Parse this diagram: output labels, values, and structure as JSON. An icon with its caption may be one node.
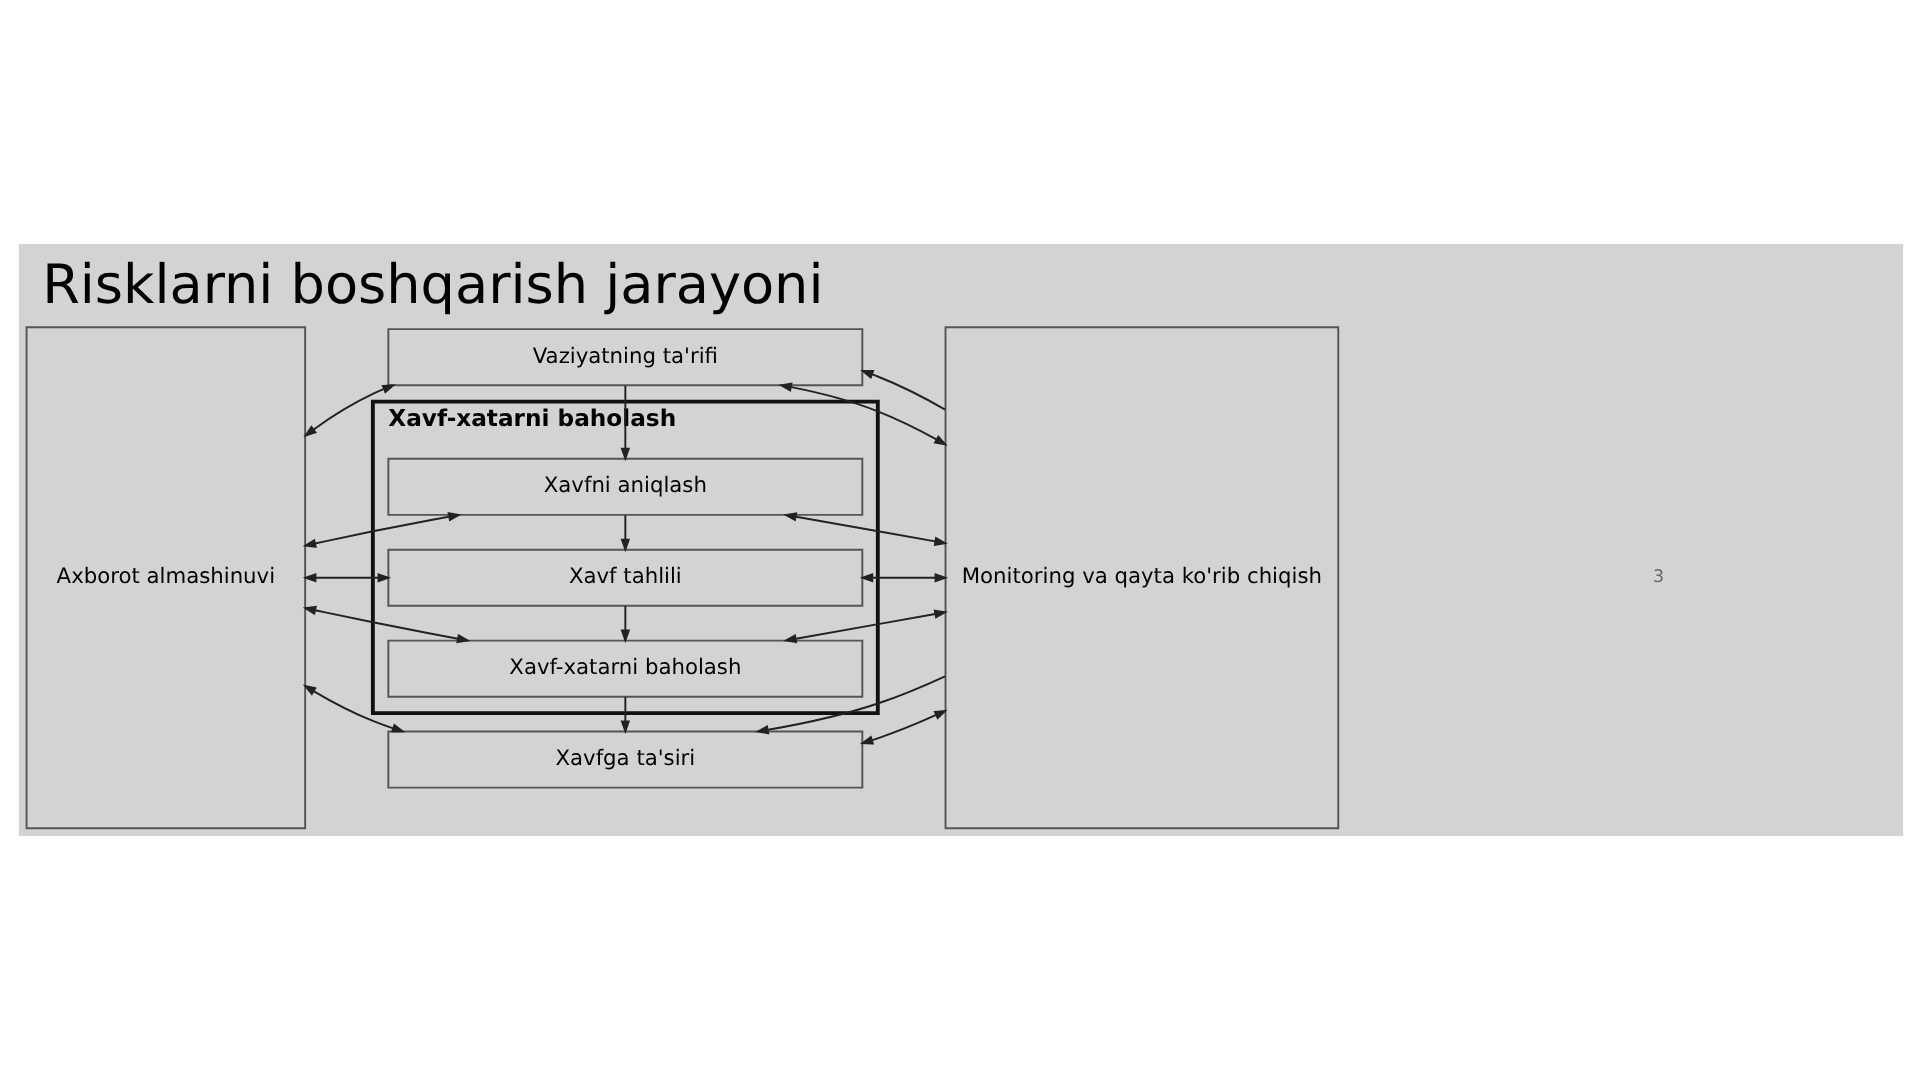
{
  "diagram": {
    "title": "Risklarni boshqarish jarayoni",
    "nodes": [
      {
        "text": [
          "Axborot almashinuvi"
        ]
      },
      {
        "text": [
          "Vaziyatning ta'rifi"
        ]
      },
      {
        "text": [
          "Xavf-xatarni baholash"
        ]
      },
      {
        "text": [
          "Xavfni aniqlash"
        ],
        "in": 2
      },
      {
        "text": [
          "Xavf tahlili"
        ],
        "in": 2
      },
      {
        "text": [
          "Xavf-xatarni baholash"
        ],
        "in": 2
      },
      {
        "text": [
          "Xavfga ta'siri"
        ]
      },
      {
        "text": [
          "Monitoring va qayta ko'rib chiqish"
        ]
      }
    ],
    "edges": [
      {
        "from": 0,
        "to": 1,
        "arrow": "both"
      },
      {
        "from": 0,
        "to": 3,
        "arrow": "both"
      },
      {
        "from": 0,
        "to": 4,
        "arrow": "both"
      },
      {
        "from": 0,
        "to": 5,
        "arrow": "both"
      },
      {
        "from": 0,
        "to": 6,
        "arrow": "both"
      },
      {
        "from": 1,
        "to": 7,
        "arrow": "both"
      },
      {
        "from": 3,
        "to": 7,
        "arrow": "both"
      },
      {
        "from": 4,
        "to": 7,
        "arrow": "both"
      },
      {
        "from": 5,
        "to": 7,
        "arrow": "both"
      },
      {
        "from": 6,
        "to": 7,
        "arrow": "both"
      },
      {
        "from": 1,
        "to": 3,
        "arrow": "to"
      },
      {
        "from": 3,
        "to": 4,
        "arrow": "to"
      },
      {
        "from": 4,
        "to": 5,
        "arrow": "to"
      },
      {
        "from": 5,
        "to": 6,
        "arrow": "to"
      },
      {
        "from": 7,
        "to": 1,
        "arrow": "to"
      },
      {
        "from": 7,
        "to": 6,
        "arrow": "to"
      }
    ],
    "labels": [
      "3"
    ]
  }
}
